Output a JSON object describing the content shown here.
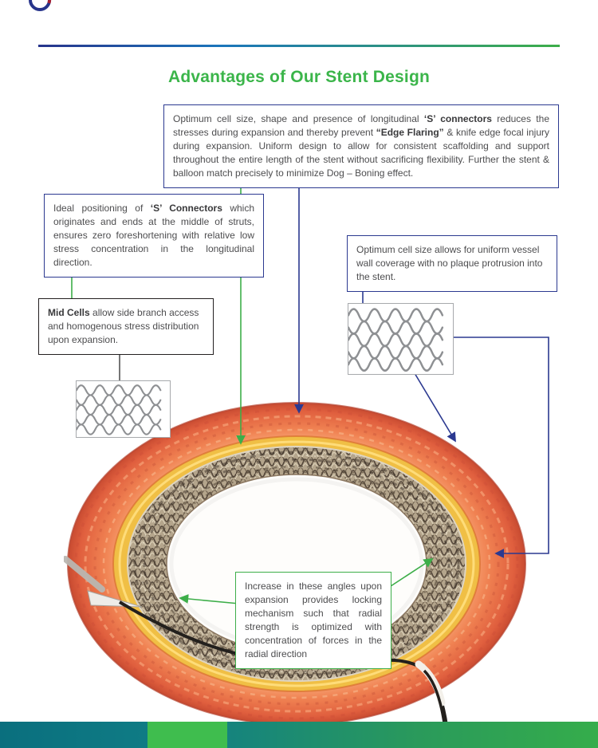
{
  "page": {
    "title": "Advantages of Our Stent Design"
  },
  "colors": {
    "accent_green": "#3DAE49",
    "accent_blue": "#2B3990",
    "body_text": "#4D4D4F",
    "divider_blue": "#27348B",
    "footer_teal": "#0E7A85",
    "footer_green": "#39AD4B",
    "vessel_orange": "#EF8252",
    "plaque_yellow": "#F0BF45",
    "stent_tan": "#B4A58C"
  },
  "icons": {
    "brand_logo": "brand-logo-icon",
    "stent_pattern_left": "stent-mesh-pattern",
    "stent_pattern_right": "stent-mesh-pattern",
    "vessel_illustration": "stent-in-vessel-cross-section"
  },
  "callouts": {
    "main": {
      "p1": "Optimum cell size, shape and presence of longitudinal ",
      "b1": "‘S’ connectors",
      "p2": " reduces the stresses during expansion and thereby prevent ",
      "b2": "“Edge Flaring”",
      "p3": " & knife edge focal injury during expansion. Uniform design to allow for consistent scaffolding and support throughout the entire length of the stent without sacrificing flexibility. Further the stent & balloon match precisely to minimize Dog – Boning effect."
    },
    "s_connectors": {
      "p1": "Ideal positioning of ",
      "b1": "‘S’ Connectors",
      "p2": " which originates and ends at the middle of struts, ensures zero foreshortening with relative low stress concentration in the longitudinal direction."
    },
    "mid_cells": {
      "b1": "Mid Cells",
      "p1": " allow side branch access and homogenous stress distribution upon expansion."
    },
    "cell_size": {
      "p1": "Optimum cell size allows for uniform vessel wall coverage with no plaque protrusion into the stent."
    },
    "radial_strength": {
      "p1": "Increase in these angles upon expansion provides locking mechanism such that radial strength is optimized with concentration of forces in the radial direction"
    }
  }
}
